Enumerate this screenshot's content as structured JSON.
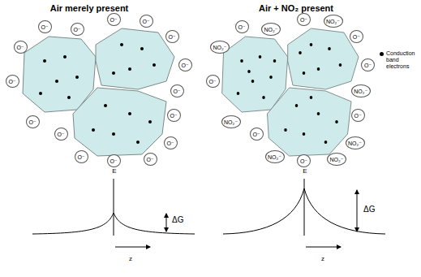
{
  "diagram": {
    "nodes": [
      {
        "text": [
          "O⁻"
        ]
      },
      {
        "text": [
          "O⁻"
        ]
      },
      {
        "text": [
          "O⁻"
        ]
      },
      {
        "text": [
          "O⁻"
        ]
      },
      {
        "text": [
          "O⁻"
        ]
      },
      {
        "text": [
          "O⁻"
        ]
      },
      {
        "text": [
          "O⁻"
        ]
      },
      {
        "text": [
          "O⁻"
        ]
      },
      {
        "text": [
          "O⁻"
        ]
      },
      {
        "text": [
          "O⁻"
        ]
      },
      {
        "text": [
          "O⁻"
        ]
      },
      {
        "text": [
          "O⁻"
        ]
      },
      {
        "text": [
          "O⁻"
        ]
      },
      {
        "text": [
          "O⁻"
        ]
      },
      {
        "text": [
          "O⁻"
        ]
      },
      {
        "text": [
          "O⁻"
        ]
      },
      {
        "text": [
          "NO₂⁻"
        ]
      },
      {
        "text": [
          "O⁻"
        ]
      },
      {
        "text": [
          "NO₂⁻"
        ]
      },
      {
        "text": [
          "O⁻"
        ]
      },
      {
        "text": [
          "NO₂⁻"
        ]
      },
      {
        "text": [
          "O⁻"
        ]
      },
      {
        "text": [
          "O⁻"
        ]
      },
      {
        "text": [
          "NO₂⁻"
        ]
      },
      {
        "text": [
          "O⁻"
        ]
      },
      {
        "text": [
          "NO₂⁻"
        ]
      },
      {
        "text": [
          "NO₂⁻"
        ]
      },
      {
        "text": [
          "O⁻"
        ]
      },
      {
        "text": [
          "NO₂⁻"
        ]
      },
      {
        "text": [
          "O⁻"
        ]
      },
      {
        "text": [
          "NO₂⁻"
        ]
      },
      {
        "text": [
          "O⁻"
        ]
      }
    ],
    "labels": [
      "Air merely present",
      "Air + NO₂ present",
      "E",
      "ΔG",
      "z",
      "E",
      "ΔG",
      "z"
    ],
    "legend": [
      {
        "text": "Conduction band electrons",
        "color": "#000000"
      }
    ]
  }
}
